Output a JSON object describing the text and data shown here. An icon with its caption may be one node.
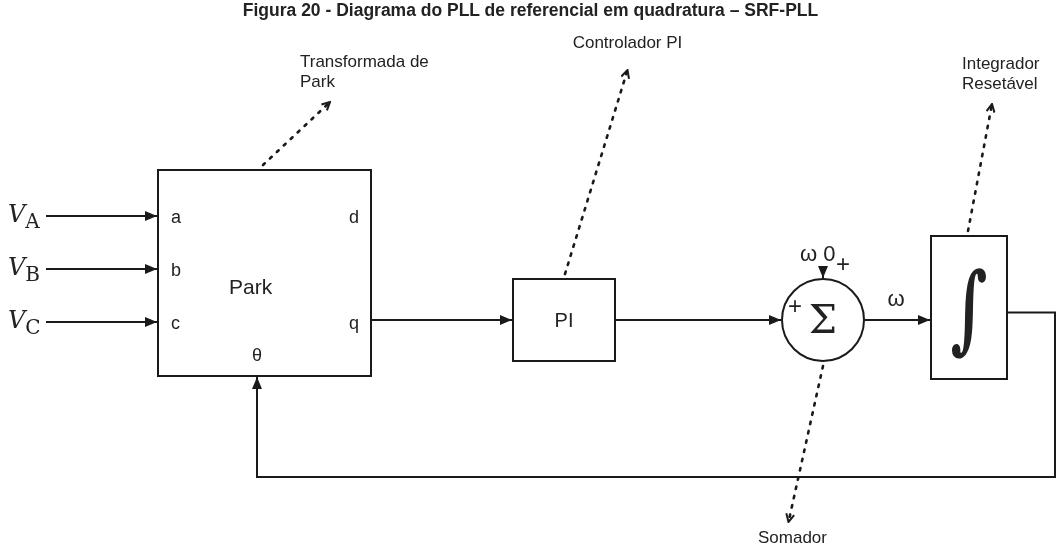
{
  "diagram": {
    "title": "Figura 20 - Diagrama do PLL de referencial em quadratura – SRF-PLL",
    "nodes": [
      {
        "text": [
          "*V*$_{A}$"
        ]
      },
      {
        "text": [
          "*V*$_{B}$"
        ]
      },
      {
        "text": [
          "*V*$_{C}$"
        ]
      },
      {
        "text": [
          "a",
          "d",
          "b",
          "Park",
          "c",
          "q",
          "θ"
        ]
      },
      {
        "text": [
          "PI"
        ]
      },
      {
        "text": [
          "Σ"
        ]
      },
      {
        "text": [
          "ω 0"
        ]
      },
      {
        "text": [
          "∫"
        ]
      },
      {
        "text": [
          "Transformada de Park"
        ]
      },
      {
        "text": [
          "Controlador PI"
        ]
      },
      {
        "text": [
          "Integrador Resetável"
        ]
      },
      {
        "text": [
          "Somador"
        ]
      }
    ],
    "edges": [
      {
        "from": 0,
        "to": 3,
        "arrow": "to"
      },
      {
        "from": 1,
        "to": 3,
        "arrow": "to"
      },
      {
        "from": 2,
        "to": 3,
        "arrow": "to"
      },
      {
        "from": 3,
        "to": 4,
        "arrow": "to"
      },
      {
        "from": 4,
        "to": 5,
        "arrow": "to"
      },
      {
        "from": 6,
        "to": 5,
        "arrow": "to"
      },
      {
        "from": 5,
        "to": 7,
        "arrow": "to",
        "label": "ω"
      },
      {
        "from": 7,
        "to": 3,
        "arrow": "to"
      },
      {
        "from": 3,
        "to": 8,
        "arrow": "to",
        "style": "dashed"
      },
      {
        "from": 4,
        "to": 9,
        "arrow": "to",
        "style": "dashed"
      },
      {
        "from": 7,
        "to": 10,
        "arrow": "to",
        "style": "dashed"
      },
      {
        "from": 5,
        "to": 11,
        "arrow": "to",
        "style": "dashed"
      }
    ],
    "labels": [
      "+",
      "+"
    ]
  }
}
